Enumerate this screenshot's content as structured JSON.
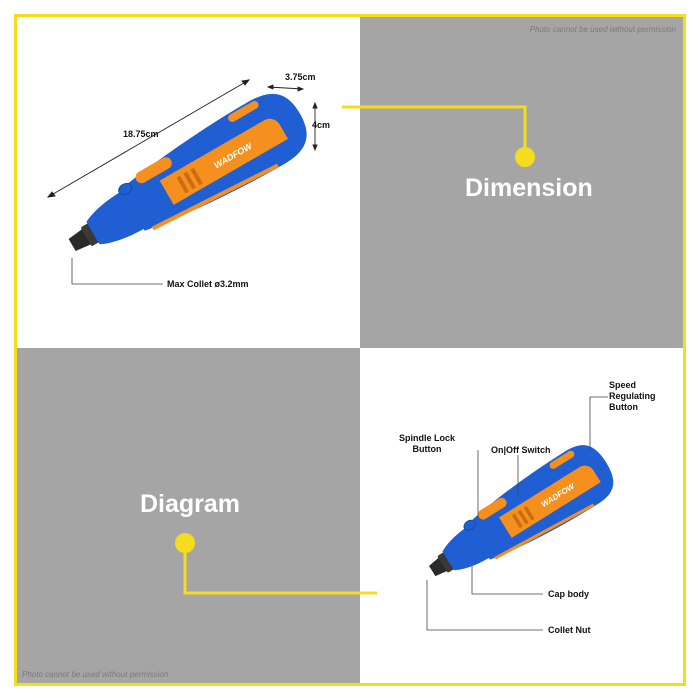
{
  "colors": {
    "frame": "#f5dc1e",
    "accent_yellow": "#f5dc1e",
    "panel_gray": "#a5a5a5",
    "tool_blue": "#1f5fd3",
    "tool_orange": "#f5901e"
  },
  "watermark": {
    "top": "Photo cannot be used without permission",
    "bottom": "Photo cannot be used without permission"
  },
  "dimension": {
    "title": "Dimension",
    "length": "18.75cm",
    "width": "3.75cm",
    "height": "4cm",
    "collet": "Max Collet ø3.2mm",
    "brand": "WADFOW"
  },
  "diagram": {
    "title": "Diagram",
    "brand": "WADFOW",
    "parts": {
      "speed_line1": "Speed",
      "speed_line2": "Regulating",
      "speed_line3": "Button",
      "spindle_line1": "Spindle Lock",
      "spindle_line2": "Button",
      "switch": "On|Off Switch",
      "cap": "Cap body",
      "collet_nut": "Collet Nut"
    }
  }
}
